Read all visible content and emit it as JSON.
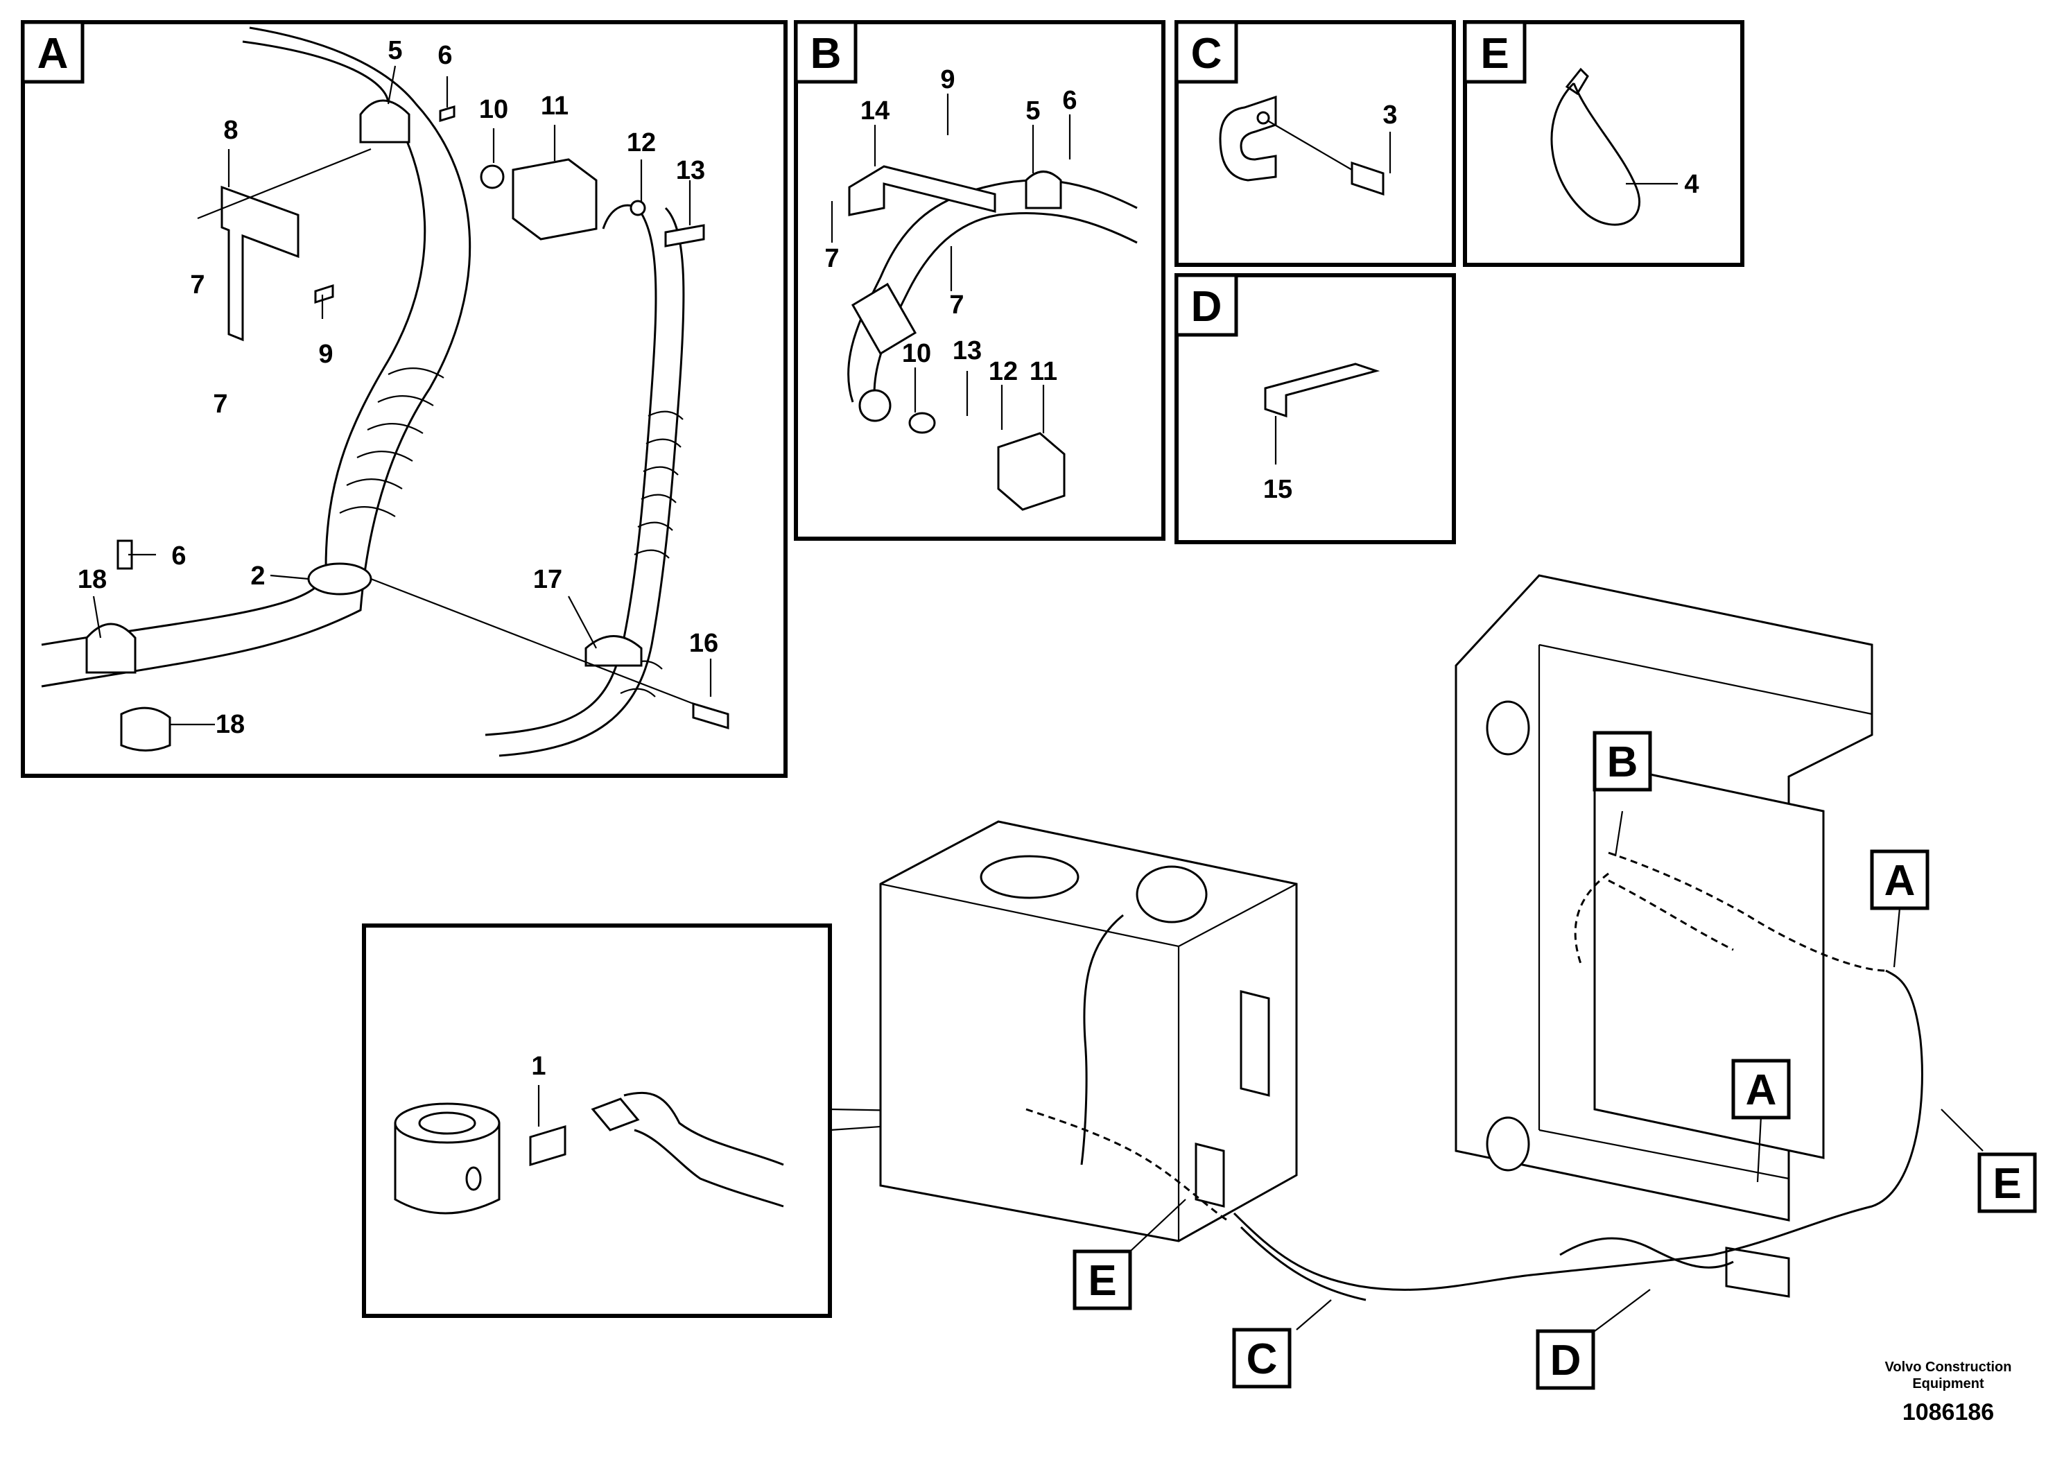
{
  "panels": {
    "a": {
      "tag": "A",
      "callouts": [
        "5",
        "6",
        "10",
        "11",
        "8",
        "12",
        "13",
        "7",
        "9",
        "7",
        "6",
        "18",
        "2",
        "17",
        "16",
        "18"
      ]
    },
    "b": {
      "tag": "B",
      "callouts": [
        "9",
        "14",
        "5",
        "6",
        "7",
        "7",
        "10",
        "13",
        "12",
        "11"
      ]
    },
    "c": {
      "tag": "C",
      "callouts": [
        "3"
      ]
    },
    "d": {
      "tag": "D",
      "callouts": [
        "15"
      ]
    },
    "e": {
      "tag": "E",
      "callouts": [
        "4"
      ]
    },
    "detail": {
      "callouts": [
        "1"
      ]
    }
  },
  "main_tags": [
    "B",
    "A",
    "A",
    "E",
    "E",
    "C",
    "D"
  ],
  "footer": {
    "brand_line1": "Volvo Construction",
    "brand_line2": "Equipment",
    "drawing_number": "1086186"
  }
}
